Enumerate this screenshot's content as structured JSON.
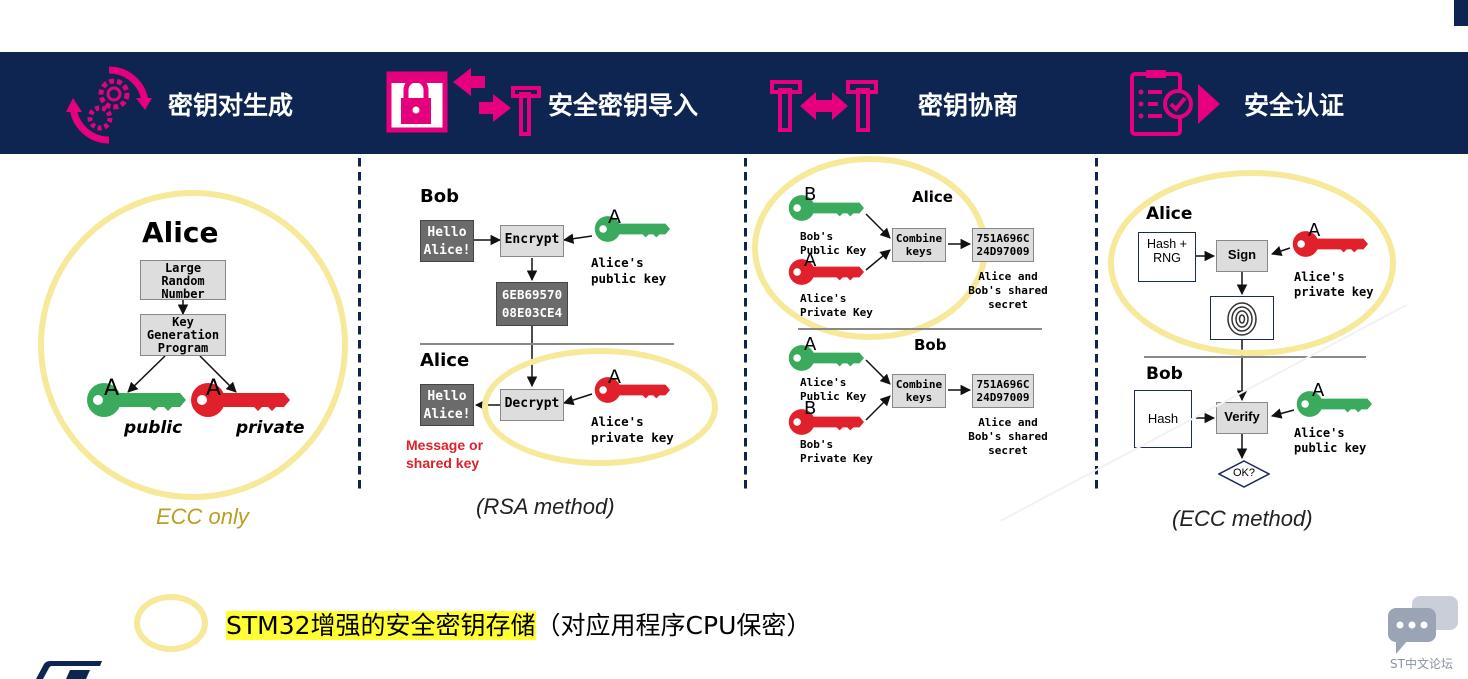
{
  "banner": {
    "titles": [
      "密钥对生成",
      "安全密钥导入",
      "密钥协商",
      "安全认证"
    ],
    "icons": [
      "gears-cycle-icon",
      "lock-import-icon",
      "key-exchange-icon",
      "clipboard-check-icon"
    ]
  },
  "panel1": {
    "heading": "Alice",
    "box1": "Large Random Number",
    "box2": "Key Generation Program",
    "key_letter": "A",
    "public_label": "public",
    "private_label": "private",
    "caption": "ECC only"
  },
  "panel2": {
    "bob": "Bob",
    "hello": "Hello Alice!",
    "encrypt": "Encrypt",
    "alice_pub": "Alice's public key",
    "cipher": "6EB69570 08E03CE4",
    "alice": "Alice",
    "hello2": "Hello Alice!",
    "decrypt": "Decrypt",
    "alice_priv": "Alice's private key",
    "message": "Message or shared key",
    "key_letter": "A",
    "caption": "(RSA method)"
  },
  "panel3": {
    "alice": "Alice",
    "bob": "Bob",
    "bob_pub": "Bob's Public Key",
    "alice_priv": "Alice's Private Key",
    "combine": "Combine keys",
    "secret_top": "751A696C 24D97009",
    "shared_top": "Alice and Bob's shared secret",
    "alice_pub": "Alice's Public Key",
    "bob_priv": "Bob's Private Key",
    "combine2": "Combine keys",
    "secret_bottom": "751A696C 24D97009",
    "shared_bottom": "Alice and Bob's shared secret",
    "letter_a": "A",
    "letter_b": "B"
  },
  "panel4": {
    "alice": "Alice",
    "hash_rng": "Hash + RNG",
    "sign": "Sign",
    "alice_priv": "Alice's private key",
    "bob": "Bob",
    "hash": "Hash",
    "verify": "Verify",
    "alice_pub": "Alice's public key",
    "ok": "OK?",
    "key_letter": "A",
    "caption": "(ECC method)"
  },
  "footer": {
    "legend_text": "STM32增强的安全密钥存储",
    "legend_suffix": "（对应用程序CPU保密）",
    "watermark": "ST中文论坛"
  },
  "colors": {
    "banner": "#0d2550",
    "accent": "#e6007e",
    "green_key": "#3aaa5c",
    "red_key": "#e0202a",
    "highlight_ring": "#f6ea9a",
    "legend_highlight": "#ffff33",
    "caption_gold": "#b8a020"
  }
}
